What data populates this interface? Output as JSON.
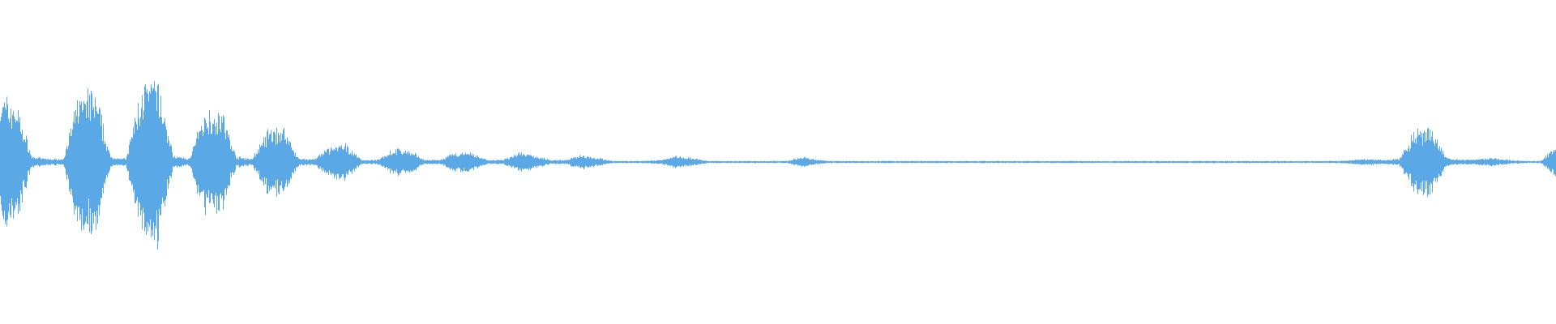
{
  "waveform": {
    "color": "#5aa9e6",
    "baseline_color": "#5aa9e6",
    "amplitude_envelope": [
      0.6,
      0.55,
      0.05,
      0.03,
      0.03,
      0.62,
      0.66,
      0.05,
      0.03,
      0.7,
      0.75,
      0.06,
      0.03,
      0.46,
      0.5,
      0.05,
      0.03,
      0.28,
      0.32,
      0.03,
      0.03,
      0.14,
      0.16,
      0.02,
      0.02,
      0.12,
      0.11,
      0.02,
      0.02,
      0.09,
      0.08,
      0.02,
      0.02,
      0.09,
      0.06,
      0.02,
      0.02,
      0.07,
      0.04,
      0.01,
      0.01,
      0.01,
      0.02,
      0.06,
      0.04,
      0.01,
      0.01,
      0.01,
      0.01,
      0.01,
      0.01,
      0.05,
      0.02,
      0.01,
      0.01,
      0.01,
      0.01,
      0.01,
      0.01,
      0.01,
      0.01,
      0.01,
      0.01,
      0.01,
      0.01,
      0.01,
      0.01,
      0.01,
      0.01,
      0.01,
      0.01,
      0.01,
      0.01,
      0.01,
      0.01,
      0.01,
      0.01,
      0.01,
      0.01,
      0.01,
      0.01,
      0.01,
      0.01,
      0.01,
      0.01,
      0.01,
      0.02,
      0.03,
      0.02,
      0.03,
      0.28,
      0.3,
      0.04,
      0.02,
      0.03,
      0.04,
      0.02,
      0.01,
      0.01,
      0.15
    ]
  }
}
